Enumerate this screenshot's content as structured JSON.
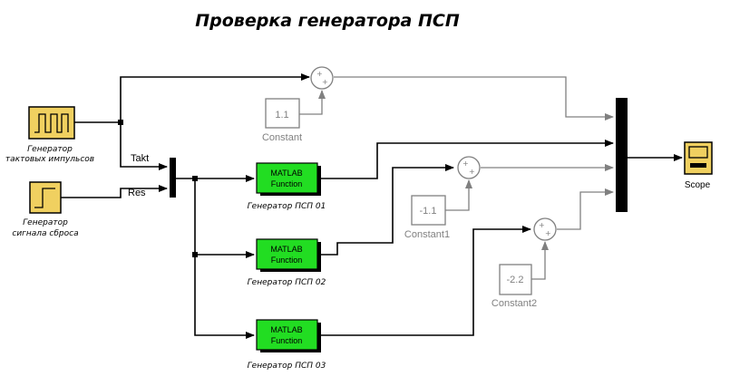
{
  "title": "Проверка генератора ПСП",
  "blocks": {
    "clock": {
      "label_line1": "Генератор",
      "label_line2": "тактовых импульсов"
    },
    "reset": {
      "label_line1": "Генератор",
      "label_line2": "сигнала сброса"
    },
    "mux_in": {
      "port1": "Takt",
      "port2": "Res"
    },
    "matlab": {
      "text_line1": "MATLAB",
      "text_line2": "Function",
      "labels": [
        "Генератор ПСП 01",
        "Генератор ПСП 02",
        "Генератор ПСП 03"
      ]
    },
    "constants": [
      {
        "value": "1.1",
        "label": "Constant"
      },
      {
        "value": "-1.1",
        "label": "Constant1"
      },
      {
        "value": "-2.2",
        "label": "Constant2"
      }
    ],
    "scope": {
      "label": "Scope"
    }
  },
  "colors": {
    "source_block": "#f0d060",
    "matlab_block": "#22dd22",
    "signal_active": "#000000",
    "signal_inactive": "#808080"
  }
}
